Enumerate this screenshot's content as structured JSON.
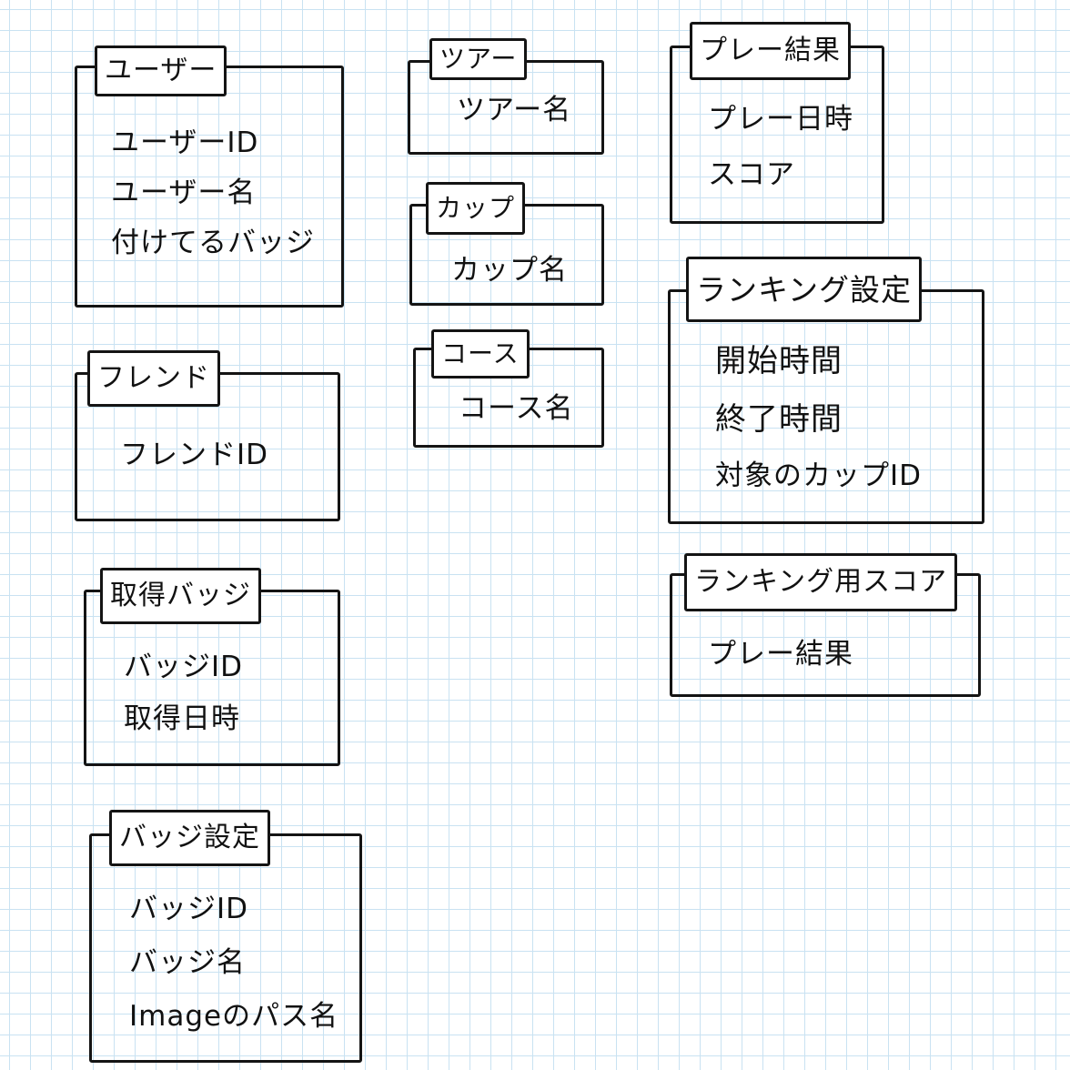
{
  "entities": [
    {
      "title": "ユーザー",
      "fields": [
        "ユーザーID",
        "ユーザー名",
        "付けてるバッジ"
      ]
    },
    {
      "title": "フレンド",
      "fields": [
        "フレンドID"
      ]
    },
    {
      "title": "取得バッジ",
      "fields": [
        "バッジID",
        "取得日時"
      ]
    },
    {
      "title": "バッジ設定",
      "fields": [
        "バッジID",
        "バッジ名",
        "Imageのパス名"
      ]
    },
    {
      "title": "ツアー",
      "fields": [
        "ツアー名"
      ]
    },
    {
      "title": "カップ",
      "fields": [
        "カップ名"
      ]
    },
    {
      "title": "コース",
      "fields": [
        "コース名"
      ]
    },
    {
      "title": "プレー結果",
      "fields": [
        "プレー日時",
        "スコア"
      ]
    },
    {
      "title": "ランキング設定",
      "fields": [
        "開始時間",
        "終了時間",
        "対象のカップID"
      ]
    },
    {
      "title": "ランキング用スコア",
      "fields": [
        "プレー結果"
      ]
    }
  ]
}
